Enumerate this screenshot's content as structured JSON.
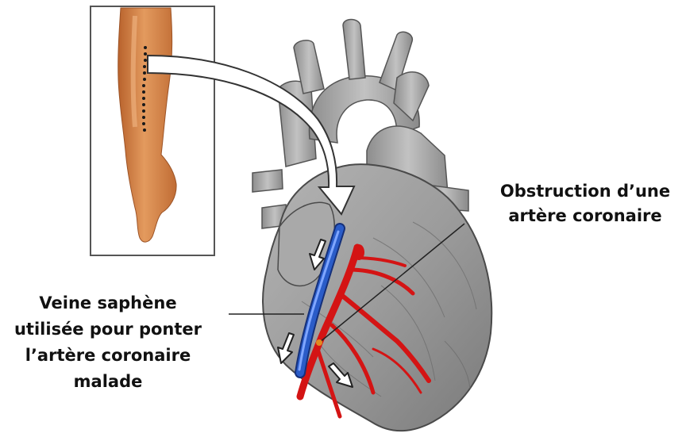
{
  "labels": {
    "obstruction": [
      "Obstruction d’une",
      "artère coronaire"
    ],
    "veine": [
      "Veine saphène",
      "utilisée pour ponter",
      "l’artère coronaire",
      "malade"
    ]
  },
  "colors": {
    "heart": "#9a9a9a",
    "vein": "#2a5cc8",
    "artery": "#d41414",
    "skin": "#d98a4e"
  }
}
